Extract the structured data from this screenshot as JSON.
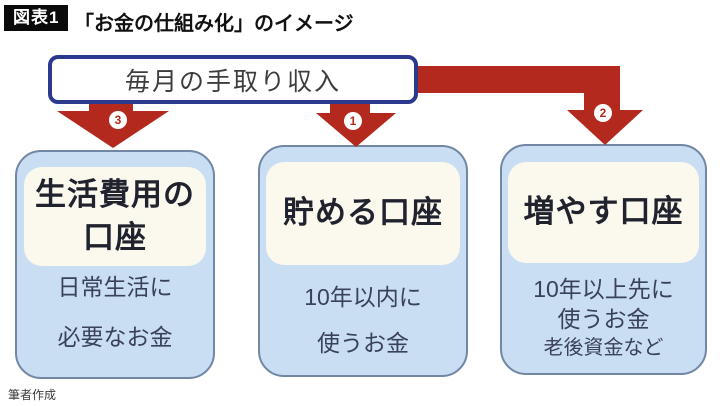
{
  "header": {
    "badge": "図表1",
    "title": "「お金の仕組み化」のイメージ"
  },
  "income_box": {
    "label": "毎月の手取り収入"
  },
  "arrows": [
    {
      "position": "left",
      "number": "3",
      "target": "生活費用の口座"
    },
    {
      "position": "middle",
      "number": "1",
      "target": "貯める口座"
    },
    {
      "position": "right",
      "number": "2",
      "target": "増やす口座"
    }
  ],
  "accounts": [
    {
      "name_lines": [
        "生活費用の",
        "口座"
      ],
      "desc_lines": [
        "日常生活に",
        "必要なお金"
      ]
    },
    {
      "name_lines": [
        "貯める口座"
      ],
      "desc_lines": [
        "10年以内に",
        "使うお金"
      ]
    },
    {
      "name_lines": [
        "増やす口座"
      ],
      "desc_lines": [
        "10年以上先に",
        "使うお金"
      ],
      "note": "老後資金など"
    }
  ],
  "footer": {
    "credit": "筆者作成"
  },
  "colors": {
    "arrow_red": "#b4291e",
    "navy": "#2b3a8f",
    "panel_fill": "#c9def3",
    "panel_border": "#7187a4",
    "inner_fill": "#fbf8ee",
    "title_ink": "#20222e",
    "desc_ink": "#3a4258",
    "badge_bg": "#0a0a0a"
  }
}
